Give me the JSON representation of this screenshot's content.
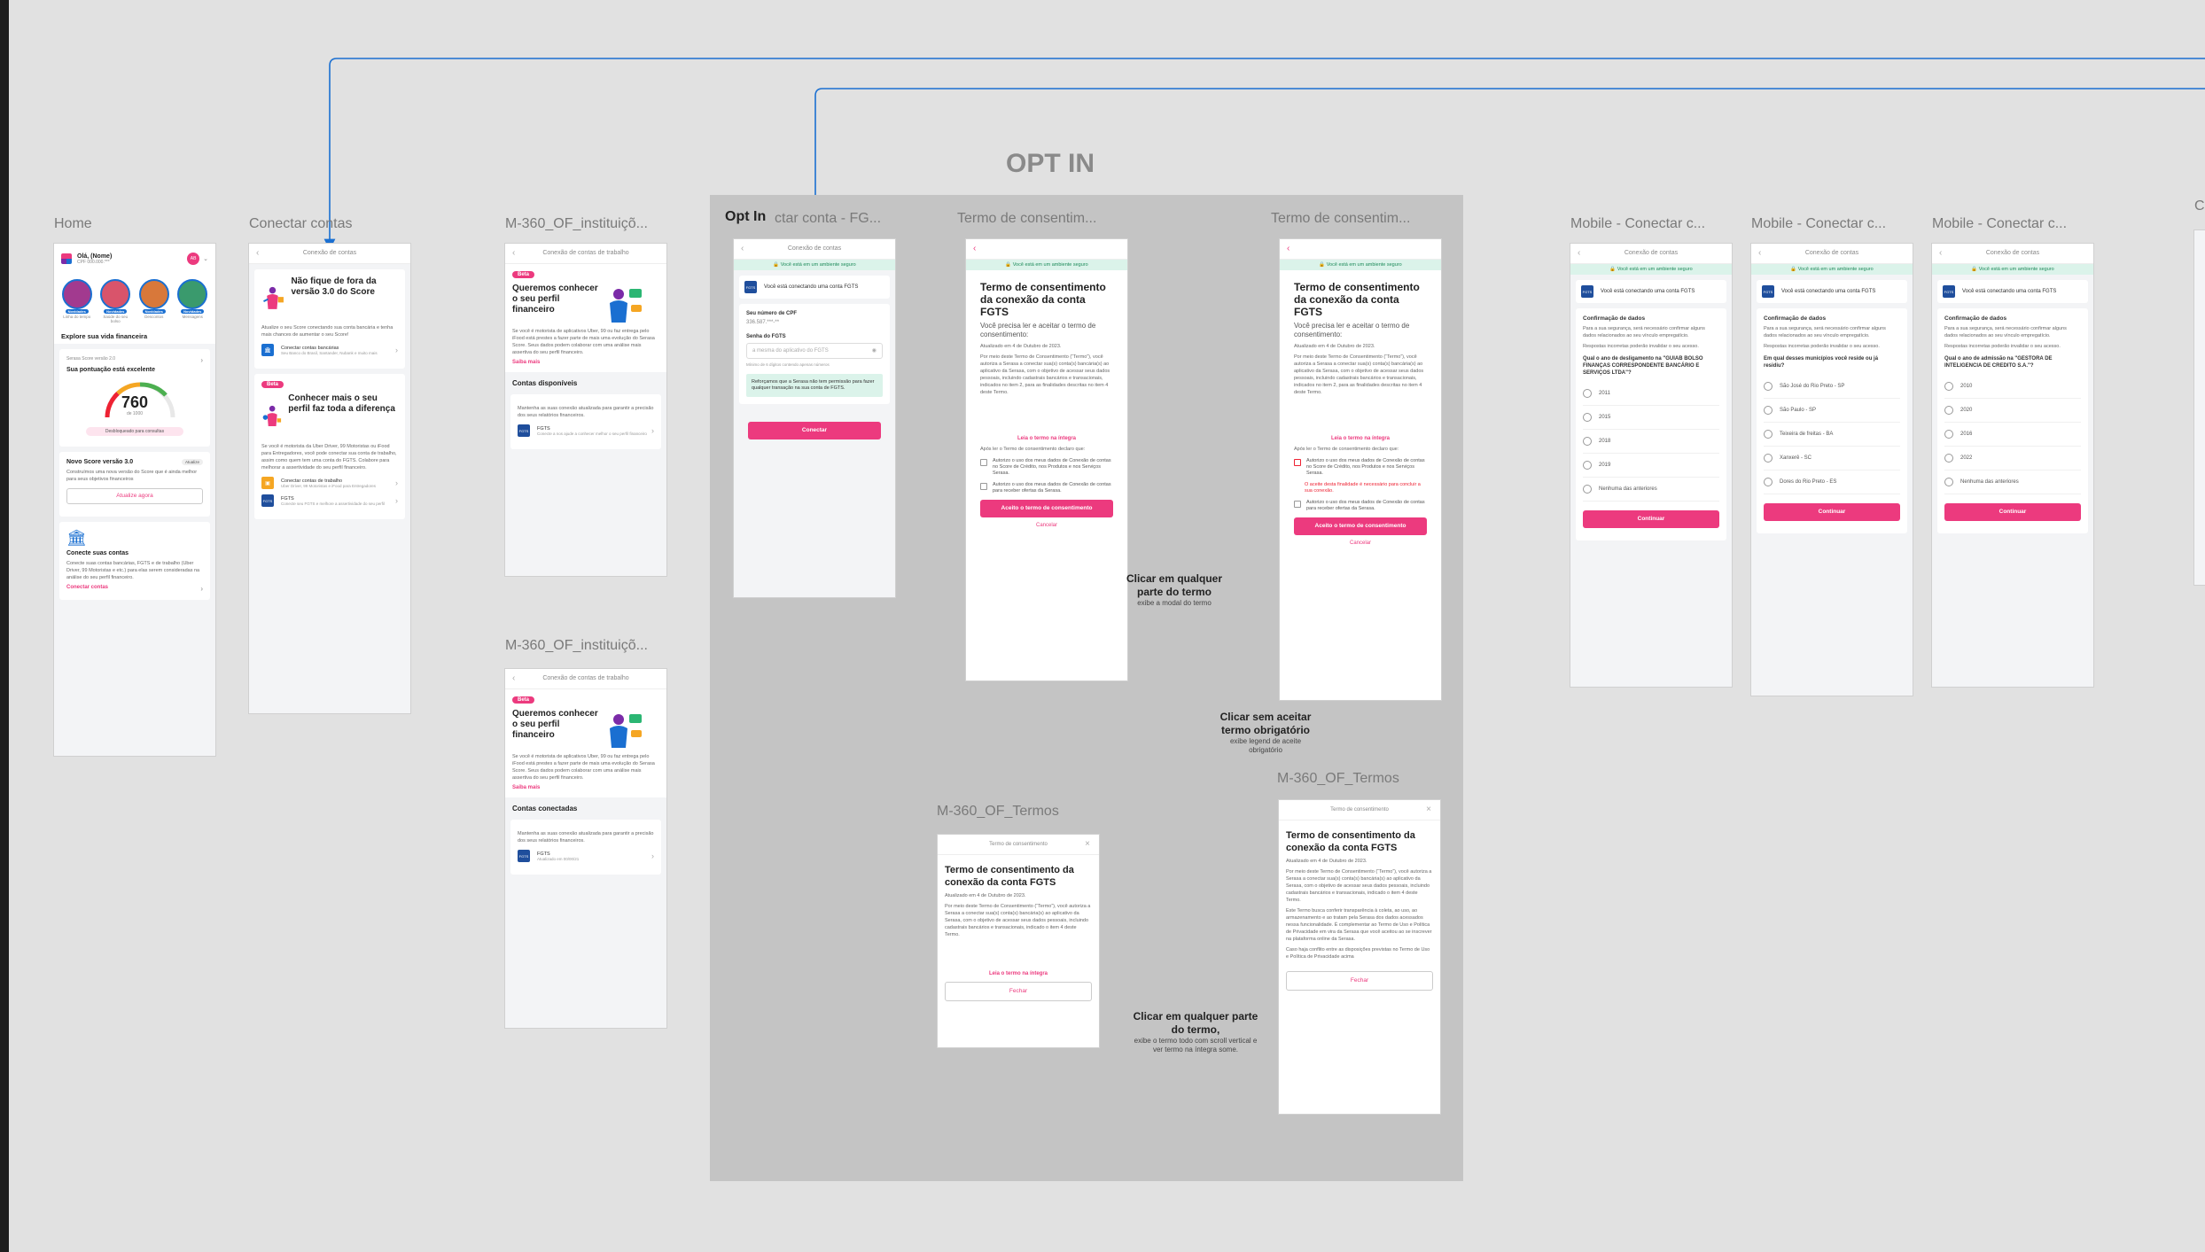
{
  "section": {
    "title": "OPT IN"
  },
  "labels": {
    "home": "Home",
    "conectar": "Conectar contas",
    "inst1": "M-360_OF_instituiçõ...",
    "inst2": "M-360_OF_instituiçõ...",
    "optin": "Opt In",
    "optin_frame": "ctar conta - FG...",
    "termo1": "Termo de consentim...",
    "termo2": "Termo de consentim...",
    "modal1": "M-360_OF_Termos",
    "modal2": "M-360_OF_Termos",
    "mob1": "Mobile - Conectar c...",
    "mob2": "Mobile - Conectar c...",
    "mob3": "Mobile - Conectar c...",
    "cut": "C"
  },
  "notes": {
    "n1_title": "Clicar em qualquer parte do termo",
    "n1_sub": "exibe a modal do termo",
    "n2_title": "Clicar sem aceitar termo obrigatório",
    "n2_sub": "exibe legend de aceite obrigatório",
    "n3_title": "Clicar em qualquer parte do termo,",
    "n3_sub": "exibe o termo todo com scroll vertical e ver termo na íntegra some."
  },
  "home": {
    "greeting": "Olá, (Nome)",
    "cpf": "CPF 000.000.***",
    "avatar": "AB",
    "stories": [
      "Linha do tempo",
      "Saúde do seu bolso",
      "Descontos",
      "Mensagens"
    ],
    "story_tag": "Novidades",
    "explore": "Explore sua vida financeira",
    "score_version": "Serasa Score versão 2.0",
    "score_title": "Sua pontuação está excelente",
    "score_value": "760",
    "score_max": "de 1000",
    "unlock": "Desbloqueado para consultas",
    "new_score_title": "Novo Score versão 3.0",
    "new_score_tag": "Atualize",
    "new_score_text": "Construímos uma nova versão do Score que é ainda melhor para seus objetivos financeiros",
    "update_btn": "Atualize agora",
    "connect_title": "Conecte suas contas",
    "connect_text": "Conecte suas contas bancárias, FGTS e de trabalho (Uber Driver, 99 Motoristas e etc.) para elas serem consideradas na análise do seu perfil financeiro.",
    "connect_link": "Conectar contas"
  },
  "conectar": {
    "nav": "Conexão de contas",
    "c1_title": "Não fique de fora da versão 3.0 do Score",
    "c1_text": "Atualize o seu Score conectando sua conta bancária e tenha mais chances de aumentar o seu Score!",
    "c1_row": "Conectar contas bancárias",
    "c1_row_sub": "Seu Banco do Brasil, Santander, Nubank e muito mais",
    "beta": "Beta",
    "c2_title": "Conhecer mais o seu perfil faz toda a diferença",
    "c2_text": "Se você é motorista da Uber Driver, 99 Motoristas ou iFood para Entregadores, você pode conectar sua conta de trabalho, assim como quem tem uma conta do FGTS. Colabore para melhorar a assertividade do seu perfil financeiro.",
    "c2_row1": "Conectar contas de trabalho",
    "c2_row1_sub": "Uber Driver, 99 Motoristas e iFood para Entregadores",
    "c2_row2": "FGTS",
    "c2_row2_sub": "Conecte seu FGTS e melhore a assertividade do seu perfil"
  },
  "inst": {
    "nav": "Conexão de contas de trabalho",
    "beta": "Beta",
    "title": "Queremos conhecer o seu perfil financeiro",
    "text": "Se você é motorista de aplicativos Uber, 99 ou faz entrega pelo iFood está prestes a fazer parte de mais uma evolução do Serasa Score. Seus dados podem colaborar com uma análise mais assertiva do seu perfil financeiro.",
    "more": "Saiba mais",
    "available": "Contas disponíveis",
    "connected": "Contas conectadas",
    "list_text": "Mantenha as suas conexão atualizada para garantir a precisão dos seus relatórios financeiros.",
    "fgts": "FGTS",
    "fgts_sub": "Conecte a nos ajude a conhecer melhor o seu perfil financeiro",
    "fgts_updated": "Atualizado em 00/00/21"
  },
  "optin": {
    "nav": "Conexão de contas",
    "secure": "Você está em um ambiente seguro",
    "connecting": "Você está conectando uma conta FGTS",
    "cpf_label": "Seu número de CPF",
    "cpf_value": "336.587.***-**",
    "pass_label": "Senha do FGTS",
    "pass_placeholder": "a mesma do aplicativo do FGTS",
    "pass_hint": "Mínimo de 6 dígitos contendo apenas números",
    "reinforce": "Reforçamos que a Serasa não tem permissão para fazer qualquer transação na sua conta de FGTS.",
    "button": "Conectar"
  },
  "termo": {
    "title": "Termo de consentimento da conexão da conta FGTS",
    "sub": "Você precisa ler e aceitar o termo de consentimento:",
    "date": "Atualizado em 4 de Outubro de 2023.",
    "text": "Por meio deste Termo de Consentimento (“Termo”), você autoriza a Serasa a conectar sua(s) conta(s) bancária(s) ao aplicativo da Serasa, com o objetivo de acessar seus dados pessoais, incluindo cadastrais bancários e transacionais, indicados no item 2, para as finalidades descritas no item 4 deste Termo.",
    "read_full": "Leia o termo na íntegra",
    "accept_text": "Após ler o Termo de consentimento declaro que:",
    "check1": "Autorizo o uso dos meus dados de Conexão de contas no Score de Crédito, nos Produtos e nos Serviços Serasa.",
    "check2": "Autorizo o uso dos meus dados de Conexão de contas para receber ofertas da Serasa.",
    "error": "O aceite desta finalidade é necessário para concluir a sua conexão.",
    "accept_btn": "Aceito o termo de consentimento",
    "cancel": "Cancelar"
  },
  "modal": {
    "nav": "Termo de consentimento",
    "title": "Termo de consentimento da conexão da conta FGTS",
    "date": "Atualizado em 4 de Outubro de 2023.",
    "text": "Por meio deste Termo de Consentimento (“Termo”), você autoriza a Serasa a conectar sua(s) conta(s) bancária(s) ao aplicativo da Serasa, com o objetivo de acessar seus dados pessoais, incluindo cadastrais bancários e transacionais, indicado o item 4 deste Termo.",
    "text2": "Este Termo busca conferir transparência à coleta, ao uso, ao armazenamento e ao tratam pela Serasa dos dados acessados nessa funcionalidade. É complementar ao Termo de Uso e Política de Privacidade em vira da Serasa que você aceitou ao se inscrever na plataforma online da Serasa.",
    "text3": "Caso haja conflito entre as disposições previstas no Termo de Uso e Política de Privacidade acima",
    "read_full": "Leia o termo na íntegra",
    "close": "Fechar"
  },
  "mobile": {
    "nav": "Conexão de contas",
    "secure": "Você está em um ambiente seguro",
    "connecting": "Você está conectando uma conta FGTS",
    "confirm_title": "Confirmação de dados",
    "confirm_text": "Para a sua segurança, será necessário confirmar alguns dados relacionados ao seu vínculo empregatício.",
    "warn": "Respostas incorretas poderão invalidar o seu acesso.",
    "q1": "Qual o ano de desligamento na \"GUIAB BOLSO FINANÇAS CORRESPONDENTE BANCÁRIO E SERVIÇOS LTDA\"?",
    "q1_opts": [
      "2011",
      "2015",
      "2018",
      "2019",
      "Nenhuma das anteriores"
    ],
    "q2": "Em qual desses municípios você reside ou já residiu?",
    "q2_opts": [
      "São José do Rio Preto - SP",
      "São Paulo - SP",
      "Teixeira de freitas - BA",
      "Xanxerê - SC",
      "Dores do Rio Preto - ES"
    ],
    "q3": "Qual o ano de admissão na \"GESTORA DE INTELIGENCIA DE CREDITO S.A.\"?",
    "q3_opts": [
      "2010",
      "2020",
      "2016",
      "2022",
      "Nenhuma das anteriores"
    ],
    "button": "Continuar"
  },
  "colors": {
    "accent": "#ec3a7e",
    "arrow": "#1a6fd1",
    "secure": "#dbf3ea",
    "optin_bg": "#c4c4c4"
  }
}
